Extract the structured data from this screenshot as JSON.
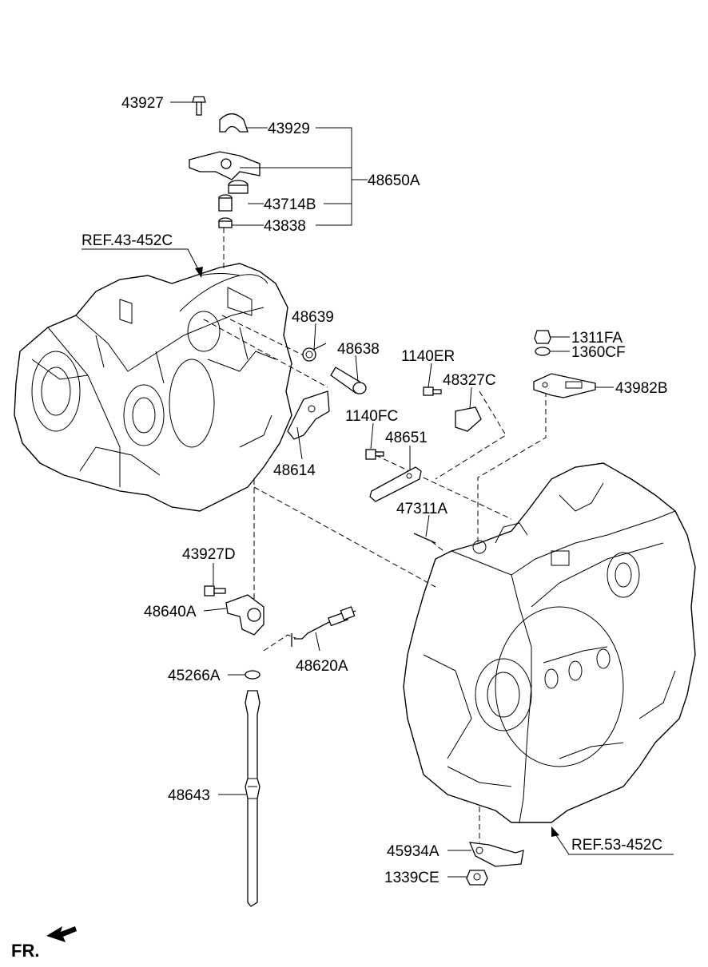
{
  "parts": {
    "p43927": "43927",
    "p43929": "43929",
    "p48650A": "48650A",
    "p43714B": "43714B",
    "p43838": "43838",
    "p48639": "48639",
    "p48638": "48638",
    "p48614": "48614",
    "p1140ER": "1140ER",
    "p48327C": "48327C",
    "p1311FA": "1311FA",
    "p1360CF": "1360CF",
    "p43982B": "43982B",
    "p1140FC": "1140FC",
    "p48651": "48651",
    "p47311A": "47311A",
    "p43927D": "43927D",
    "p48640A": "48640A",
    "p48620A": "48620A",
    "p45266A": "45266A",
    "p48643": "48643",
    "p45934A": "45934A",
    "p1339CE": "1339CE"
  },
  "references": {
    "ref_upper": "REF.43-452C",
    "ref_lower": "REF.53-452C"
  },
  "direction": {
    "fr": "FR."
  }
}
